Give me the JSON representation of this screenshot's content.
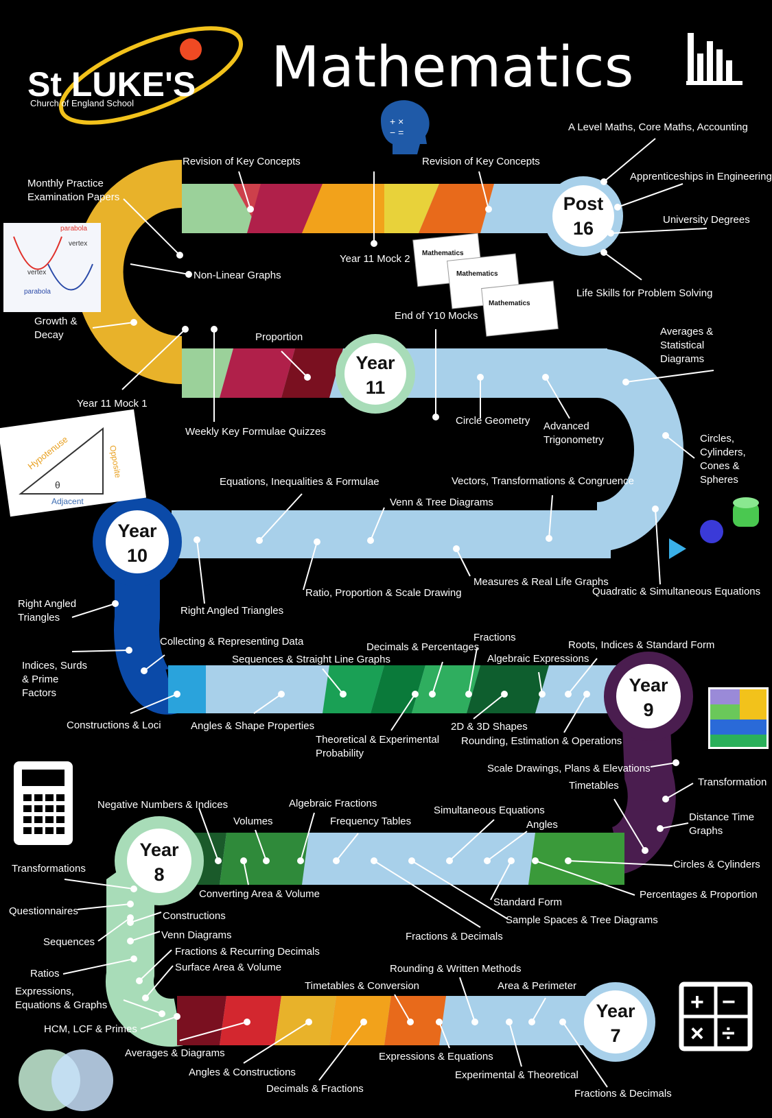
{
  "header": {
    "title": "Mathematics",
    "school_name": "St LUKE'S",
    "school_subtitle": "Church of England School"
  },
  "colors": {
    "background": "#000000",
    "post16": "#a8d0ea",
    "year11": "#a8d0ea",
    "year10": "#0b4aa8",
    "year9": "#4a1d4f",
    "year8": "#a8dcb8",
    "year7": "#a8d0ea",
    "top_arc": "#e8b22a",
    "label_text": "#ffffff"
  },
  "milestones": {
    "post16": [
      "Post",
      "16"
    ],
    "year11": [
      "Year",
      "11"
    ],
    "year10": [
      "Year",
      "10"
    ],
    "year9": [
      "Year",
      "9"
    ],
    "year8": [
      "Year",
      "8"
    ],
    "year7": [
      "Year",
      "7"
    ]
  },
  "topics": [
    {
      "id": "a-level",
      "text": [
        "A Level Maths, Core Maths, Accounting"
      ]
    },
    {
      "id": "apprenticeships",
      "text": [
        "Apprenticeships in Engineering"
      ]
    },
    {
      "id": "university",
      "text": [
        "University Degrees"
      ]
    },
    {
      "id": "life-skills",
      "text": [
        "Life Skills for Problem Solving"
      ]
    },
    {
      "id": "revision-key-concepts-1",
      "text": [
        "Revision of Key Concepts"
      ]
    },
    {
      "id": "revision-key-concepts-2",
      "text": [
        "Revision of Key Concepts"
      ]
    },
    {
      "id": "monthly-practice",
      "text": [
        "Monthly Practice",
        "Examination Papers"
      ]
    },
    {
      "id": "year11-mock2",
      "text": [
        "Year 11 Mock 2"
      ]
    },
    {
      "id": "non-linear-graphs",
      "text": [
        "Non-Linear Graphs"
      ]
    },
    {
      "id": "end-y10-mocks",
      "text": [
        "End of Y10 Mocks"
      ]
    },
    {
      "id": "growth-decay",
      "text": [
        "Growth &",
        "Decay"
      ]
    },
    {
      "id": "proportion",
      "text": [
        "Proportion"
      ]
    },
    {
      "id": "averages-statistical",
      "text": [
        "Averages &",
        "Statistical",
        "Diagrams"
      ]
    },
    {
      "id": "year11-mock1",
      "text": [
        "Year 11 Mock 1"
      ]
    },
    {
      "id": "circle-geometry",
      "text": [
        "Circle Geometry"
      ]
    },
    {
      "id": "advanced-trig",
      "text": [
        "Advanced",
        "Trigonometry"
      ]
    },
    {
      "id": "weekly-quizzes",
      "text": [
        "Weekly Key Formulae Quizzes"
      ]
    },
    {
      "id": "circles-cylinders-cones",
      "text": [
        "Circles,",
        "Cylinders,",
        "Cones &",
        "Spheres"
      ]
    },
    {
      "id": "equations-inequalities",
      "text": [
        "Equations, Inequalities & Formulae"
      ]
    },
    {
      "id": "vectors-transformations",
      "text": [
        "Vectors, Transformations & Congruence"
      ]
    },
    {
      "id": "venn-tree",
      "text": [
        "Venn & Tree Diagrams"
      ]
    },
    {
      "id": "measures-real-life",
      "text": [
        "Measures & Real Life Graphs"
      ]
    },
    {
      "id": "ratio-scale",
      "text": [
        "Ratio, Proportion & Scale Drawing"
      ]
    },
    {
      "id": "quadratic-simultaneous",
      "text": [
        "Quadratic & Simultaneous Equations"
      ]
    },
    {
      "id": "right-angled-1",
      "text": [
        "Right Angled",
        "Triangles"
      ]
    },
    {
      "id": "right-angled-2",
      "text": [
        "Right Angled Triangles"
      ]
    },
    {
      "id": "collecting-data",
      "text": [
        "Collecting & Representing Data"
      ]
    },
    {
      "id": "fractions-y9",
      "text": [
        "Fractions"
      ]
    },
    {
      "id": "decimals-percentages",
      "text": [
        "Decimals & Percentages"
      ]
    },
    {
      "id": "roots-indices",
      "text": [
        "Roots, Indices & Standard Form"
      ]
    },
    {
      "id": "sequences-straight",
      "text": [
        "Sequences & Straight Line Graphs"
      ]
    },
    {
      "id": "algebraic-expressions",
      "text": [
        "Algebraic Expressions"
      ]
    },
    {
      "id": "indices-surds",
      "text": [
        "Indices, Surds",
        "& Prime",
        "Factors"
      ]
    },
    {
      "id": "constructions-loci",
      "text": [
        "Constructions & Loci"
      ]
    },
    {
      "id": "angles-shape",
      "text": [
        "Angles & Shape Properties"
      ]
    },
    {
      "id": "shapes-2d3d",
      "text": [
        "2D & 3D Shapes"
      ]
    },
    {
      "id": "theoretical-experimental",
      "text": [
        "Theoretical & Experimental",
        "Probability"
      ]
    },
    {
      "id": "rounding-estimation",
      "text": [
        "Rounding, Estimation & Operations"
      ]
    },
    {
      "id": "scale-drawings",
      "text": [
        "Scale Drawings, Plans & Elevations"
      ]
    },
    {
      "id": "transformation-y9",
      "text": [
        "Transformation"
      ]
    },
    {
      "id": "timetables-y9",
      "text": [
        "Timetables"
      ]
    },
    {
      "id": "distance-time",
      "text": [
        "Distance Time",
        "Graphs"
      ]
    },
    {
      "id": "negative-numbers",
      "text": [
        "Negative Numbers & Indices"
      ]
    },
    {
      "id": "algebraic-fractions",
      "text": [
        "Algebraic Fractions"
      ]
    },
    {
      "id": "simultaneous-eq",
      "text": [
        "Simultaneous Equations"
      ]
    },
    {
      "id": "volumes",
      "text": [
        "Volumes"
      ]
    },
    {
      "id": "frequency-tables",
      "text": [
        "Frequency Tables"
      ]
    },
    {
      "id": "angles-y8",
      "text": [
        "Angles"
      ]
    },
    {
      "id": "circles-cylinders",
      "text": [
        "Circles & Cylinders"
      ]
    },
    {
      "id": "transformations-y8",
      "text": [
        "Transformations"
      ]
    },
    {
      "id": "converting-area",
      "text": [
        "Converting Area & Volume"
      ]
    },
    {
      "id": "standard-form",
      "text": [
        "Standard Form"
      ]
    },
    {
      "id": "percentages-proportion",
      "text": [
        "Percentages & Proportion"
      ]
    },
    {
      "id": "questionnaires",
      "text": [
        "Questionnaires"
      ]
    },
    {
      "id": "constructions-y8",
      "text": [
        "Constructions"
      ]
    },
    {
      "id": "sample-spaces",
      "text": [
        "Sample Spaces & Tree Diagrams"
      ]
    },
    {
      "id": "sequences-y8",
      "text": [
        "Sequences"
      ]
    },
    {
      "id": "venn-diagrams",
      "text": [
        "Venn Diagrams"
      ]
    },
    {
      "id": "fractions-decimals-y8",
      "text": [
        "Fractions & Decimals"
      ]
    },
    {
      "id": "fractions-recurring",
      "text": [
        "Fractions & Recurring Decimals"
      ]
    },
    {
      "id": "ratios",
      "text": [
        "Ratios"
      ]
    },
    {
      "id": "surface-area",
      "text": [
        "Surface Area & Volume"
      ]
    },
    {
      "id": "rounding-written",
      "text": [
        "Rounding & Written Methods"
      ]
    },
    {
      "id": "expressions-graphs",
      "text": [
        "Expressions,",
        "Equations & Graphs"
      ]
    },
    {
      "id": "timetables-conversion",
      "text": [
        "Timetables & Conversion"
      ]
    },
    {
      "id": "area-perimeter",
      "text": [
        "Area & Perimeter"
      ]
    },
    {
      "id": "hcm-lcf",
      "text": [
        "HCM, LCF & Primes"
      ]
    },
    {
      "id": "averages-diagrams",
      "text": [
        "Averages & Diagrams"
      ]
    },
    {
      "id": "expressions-equations-y7",
      "text": [
        "Expressions & Equations"
      ]
    },
    {
      "id": "angles-constructions",
      "text": [
        "Angles & Constructions"
      ]
    },
    {
      "id": "experimental-theoretical",
      "text": [
        "Experimental & Theoretical"
      ]
    },
    {
      "id": "decimals-fractions-y7",
      "text": [
        "Decimals & Fractions"
      ]
    },
    {
      "id": "fractions-decimals-y7",
      "text": [
        "Fractions & Decimals"
      ]
    }
  ],
  "illustrations": {
    "graph_labels": [
      "parabola",
      "vertex",
      "vertex",
      "parabola"
    ],
    "triangle_labels": [
      "Hypotenuse",
      "Opposite",
      "Adjacent",
      "θ"
    ],
    "paper_title": "Mathematics"
  }
}
